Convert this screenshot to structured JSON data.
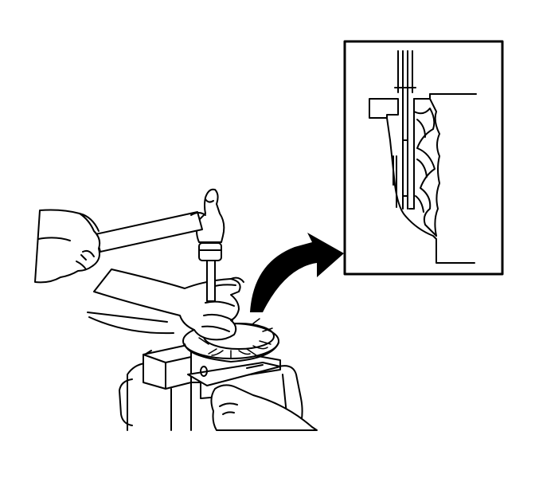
{
  "figure": {
    "background": "#ffffff",
    "line_color": "#000000",
    "main_view": "hands-hammer-punch-on-part-in-vise",
    "detail_view": "enlarged-cross-section-inset",
    "callout": "curved-arrow-to-detail"
  }
}
